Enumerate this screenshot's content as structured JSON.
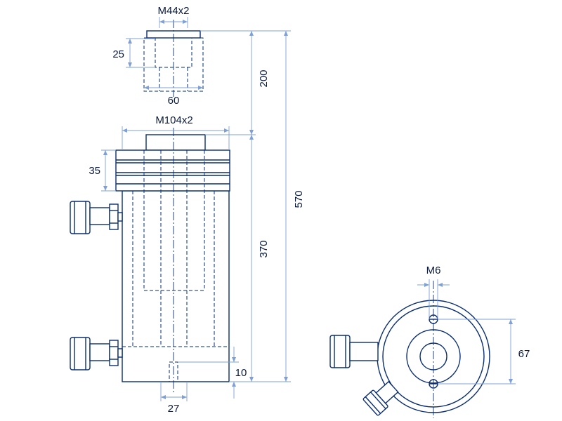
{
  "dimensions": {
    "thread_small": "M44x2",
    "small_height": "25",
    "small_diameter": "60",
    "thread_large": "M104x2",
    "collar_height": "35",
    "stroke": "200",
    "body_length": "370",
    "overall_length": "570",
    "base_hole_depth": "10",
    "base_hole_diameter": "27",
    "mount_thread": "M6",
    "mount_spacing": "67"
  }
}
